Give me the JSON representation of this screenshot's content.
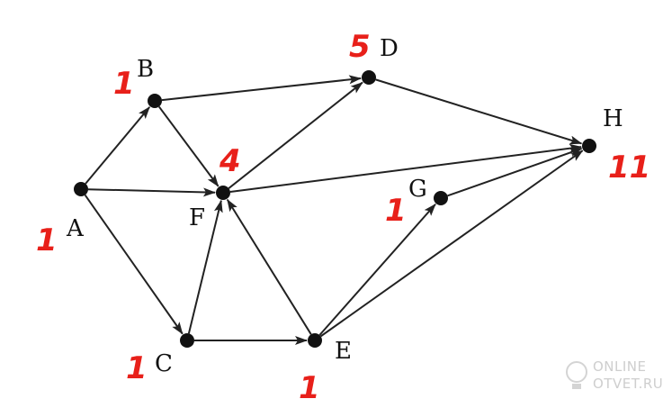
{
  "nodes": [
    {
      "id": "A",
      "label": "A",
      "count": "1"
    },
    {
      "id": "B",
      "label": "B",
      "count": "1"
    },
    {
      "id": "C",
      "label": "C",
      "count": "1"
    },
    {
      "id": "D",
      "label": "D",
      "count": "5"
    },
    {
      "id": "E",
      "label": "E",
      "count": "1"
    },
    {
      "id": "F",
      "label": "F",
      "count": "4"
    },
    {
      "id": "G",
      "label": "G",
      "count": "1"
    },
    {
      "id": "H",
      "label": "H",
      "count": "11"
    }
  ],
  "edges": [
    {
      "from": "A",
      "to": "B"
    },
    {
      "from": "A",
      "to": "F"
    },
    {
      "from": "A",
      "to": "C"
    },
    {
      "from": "B",
      "to": "D"
    },
    {
      "from": "B",
      "to": "F"
    },
    {
      "from": "C",
      "to": "F"
    },
    {
      "from": "C",
      "to": "E"
    },
    {
      "from": "E",
      "to": "F"
    },
    {
      "from": "E",
      "to": "G"
    },
    {
      "from": "E",
      "to": "H"
    },
    {
      "from": "F",
      "to": "D"
    },
    {
      "from": "F",
      "to": "H"
    },
    {
      "from": "D",
      "to": "H"
    },
    {
      "from": "G",
      "to": "H"
    }
  ],
  "colors": {
    "edge": "#222222",
    "node": "#111111",
    "count": "#e8201a"
  },
  "watermark": {
    "line1": "ONLINE",
    "line2": "OTVET.RU"
  }
}
